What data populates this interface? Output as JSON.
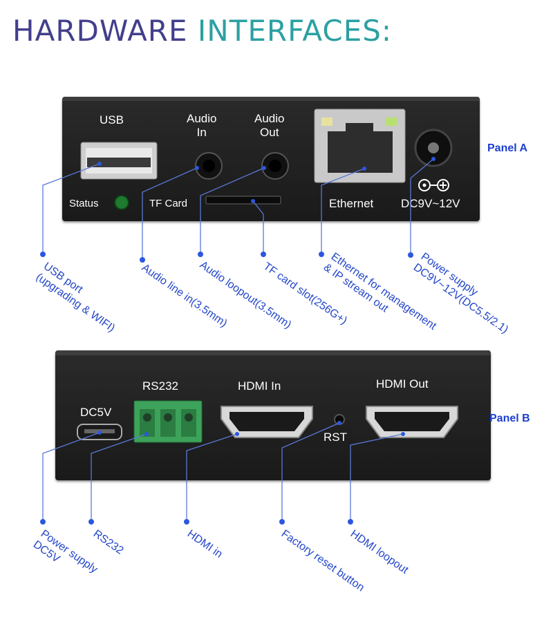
{
  "title": {
    "part1": "HARDWARE",
    "part2": "INTERFACES:"
  },
  "panel_a": {
    "side_label": "Panel A",
    "labels": {
      "usb": "USB",
      "audio_in": [
        "Audio",
        "In"
      ],
      "audio_out": [
        "Audio",
        "Out"
      ],
      "status": "Status",
      "tf_card": "TF Card",
      "ethernet": "Ethernet",
      "dc": "DC9V~12V"
    },
    "callouts": {
      "usb": [
        "USB port",
        "(upgrading & WIFI)"
      ],
      "audio_in": [
        "Audio line in(3.5mm)"
      ],
      "audio_out": [
        "Audio loopout(3.5mm)"
      ],
      "tf_card": [
        "TF card slot(256G+)"
      ],
      "ethernet": [
        "Ethernet for management",
        "& IP stream out"
      ],
      "power": [
        "Power supply",
        "DC9V~12V(DC5.5/2.1)"
      ]
    }
  },
  "panel_b": {
    "side_label": "Panel B",
    "labels": {
      "dc5v": "DC5V",
      "rs232": "RS232",
      "hdmi_in": "HDMI In",
      "hdmi_out": "HDMI Out",
      "rst": "RST"
    },
    "callouts": {
      "power": [
        "Power supply",
        "DC5V"
      ],
      "rs232": [
        "RS232"
      ],
      "hdmi_in": [
        "HDMI in"
      ],
      "reset": [
        "Factory reset button"
      ],
      "hdmi_out": [
        "HDMI loopout"
      ]
    }
  },
  "colors": {
    "title_dark": "#433f8c",
    "title_teal": "#2ba0a2",
    "callout_blue": "#2447c9",
    "leader_blue": "#5a78d8",
    "status_led": "#1e7a2e",
    "terminal_green": "#3ea35a"
  }
}
